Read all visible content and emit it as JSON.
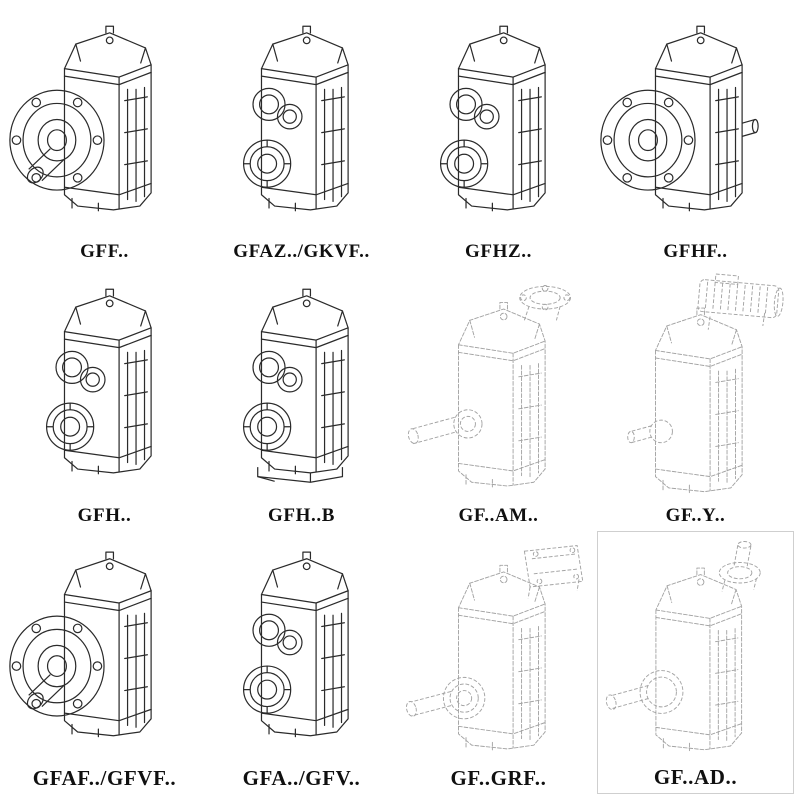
{
  "page": {
    "background": "#ffffff",
    "grid": {
      "columns": 4,
      "rows": 3
    },
    "description": "Catalog sheet of parallel shaft helical gearbox model variants, isometric technical line drawings with model codes"
  },
  "colors": {
    "ink": "#2b2b2b",
    "faint": "#a3a3a3",
    "box_border": "#cfcfcf",
    "label_text": "#101010"
  },
  "items": [
    {
      "label": "GFF..",
      "symbol": "flange-shaft",
      "drawing": "flange-mounted-solid-shaft-gearbox",
      "tone": "dark",
      "boxed": false
    },
    {
      "label": "GFAZ../GKVF..",
      "symbol": "hollow",
      "drawing": "hollow-shaft-gearbox",
      "tone": "dark",
      "boxed": false
    },
    {
      "label": "GFHZ..",
      "symbol": "hollow",
      "drawing": "hollow-shaft-shrink-disc-gearbox",
      "tone": "dark",
      "boxed": false
    },
    {
      "label": "GFHF..",
      "symbol": "flange-plain",
      "drawing": "flange-mounted-hollow-gearbox",
      "tone": "dark",
      "boxed": false
    },
    {
      "label": "GFH..",
      "symbol": "hollow",
      "drawing": "shaft-mounted-gearbox",
      "tone": "dark",
      "boxed": false
    },
    {
      "label": "GFH..B",
      "symbol": "hollow-base",
      "drawing": "shaft-mounted-gearbox-with-base",
      "tone": "dark",
      "boxed": false
    },
    {
      "label": "GF..AM..",
      "symbol": "adapter",
      "drawing": "gearbox-with-iec-motor-adapter",
      "tone": "light",
      "boxed": false
    },
    {
      "label": "GF..Y..",
      "symbol": "motor",
      "drawing": "gearbox-with-mounted-motor",
      "tone": "light",
      "boxed": false
    },
    {
      "label": "GFAF../GFVF..",
      "symbol": "flange-shaft",
      "drawing": "flange-mounted-gearbox",
      "tone": "dark",
      "boxed": false
    },
    {
      "label": "GFA../GFV..",
      "symbol": "hollow",
      "drawing": "hollow-shaft-mounted-gearbox",
      "tone": "dark",
      "boxed": false
    },
    {
      "label": "GF..GRF..",
      "symbol": "grf",
      "drawing": "gearbox-with-input-adapter-housing",
      "tone": "light",
      "boxed": false
    },
    {
      "label": "GF..AD..",
      "symbol": "ad",
      "drawing": "gearbox-with-input-shaft-adapter",
      "tone": "light",
      "boxed": true
    }
  ]
}
